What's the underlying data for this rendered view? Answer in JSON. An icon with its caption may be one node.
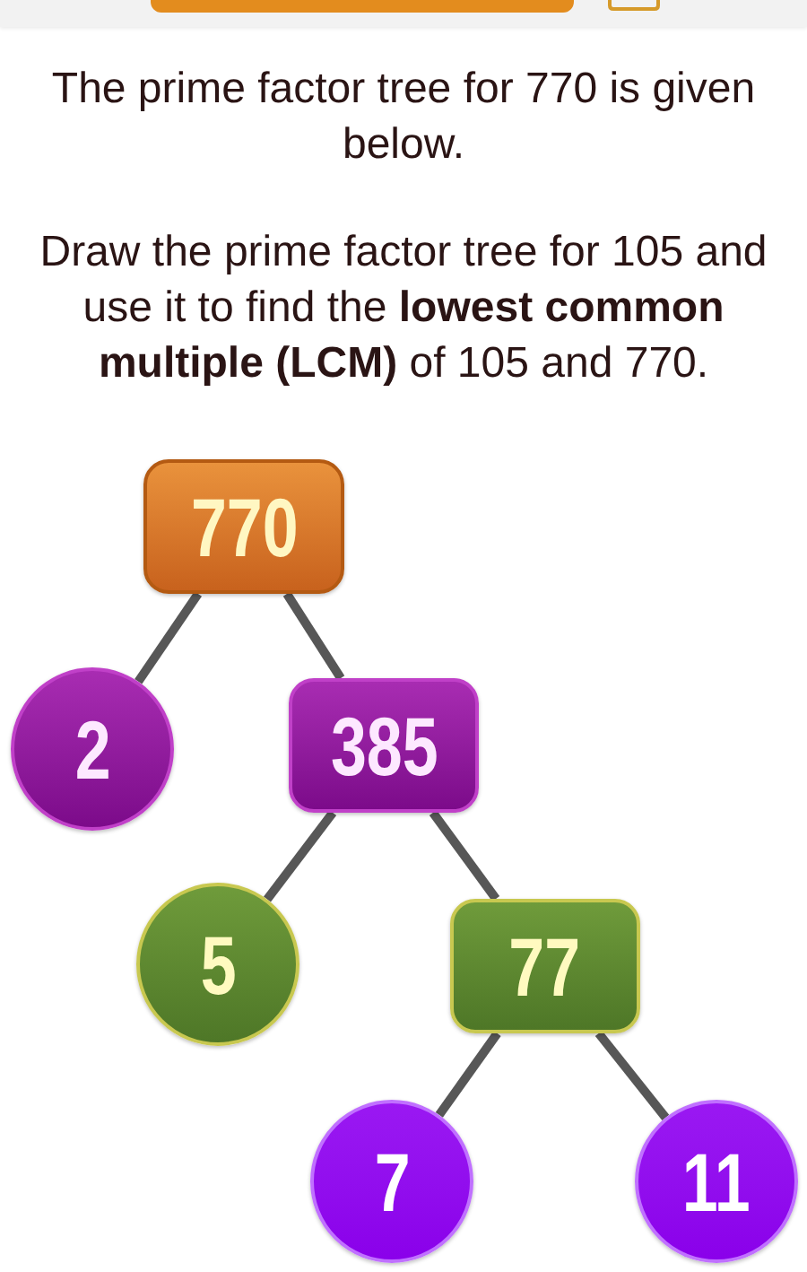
{
  "diagram": {
    "nodes": [
      {
        "text": [
          "770"
        ]
      },
      {
        "text": [
          "2"
        ]
      },
      {
        "text": [
          "385"
        ]
      },
      {
        "text": [
          "5"
        ]
      },
      {
        "text": [
          "77"
        ]
      },
      {
        "text": [
          "7"
        ]
      },
      {
        "text": [
          "11"
        ]
      }
    ],
    "edges": [
      {
        "from": 0,
        "to": 1,
        "arrow": "none"
      },
      {
        "from": 0,
        "to": 2,
        "arrow": "none"
      },
      {
        "from": 2,
        "to": 3,
        "arrow": "none"
      },
      {
        "from": 2,
        "to": 4,
        "arrow": "none"
      },
      {
        "from": 4,
        "to": 5,
        "arrow": "none"
      },
      {
        "from": 4,
        "to": 6,
        "arrow": "none"
      }
    ],
    "labels": [
      "The prime factor tree for 770 is given below.",
      "Draw the prime factor tree for 105 and use it to find the **lowest common multiple (LCM)** of 105 and 770."
    ]
  }
}
